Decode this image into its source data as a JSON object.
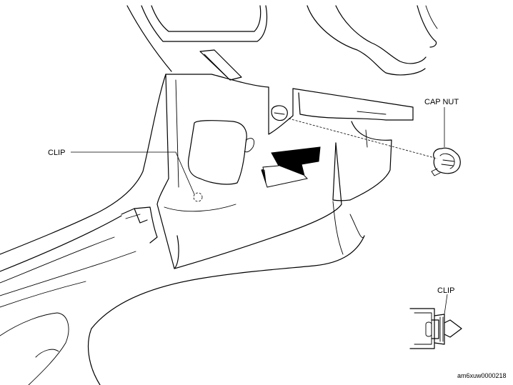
{
  "labels": {
    "clip_main": "CLIP",
    "cap_nut": "CAP NUT",
    "clip_detail": "CLIP"
  },
  "figure_code": "am6xuw0000218",
  "colors": {
    "line": "#000000",
    "background": "#ffffff",
    "arrow_fill": "#000000"
  }
}
